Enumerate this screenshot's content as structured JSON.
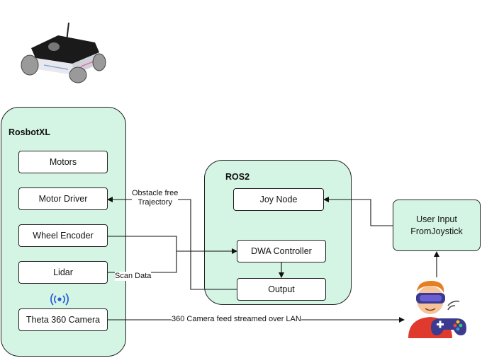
{
  "robot_group": {
    "title": "RosbotXL",
    "components": {
      "motors": "Motors",
      "motor_driver": "Motor Driver",
      "wheel_encoder": "Wheel Encoder",
      "lidar": "Lidar",
      "camera": "Theta 360 Camera"
    }
  },
  "ros_group": {
    "title": "ROS2",
    "nodes": {
      "joy_node": "Joy Node",
      "dwa_controller": "DWA Controller",
      "output": "Output"
    }
  },
  "user_input": {
    "line1": "User Input",
    "line2": "FromJoystick"
  },
  "edge_labels": {
    "obstacle_free_line1": "Obstacle free",
    "obstacle_free_line2": "Trajectory",
    "scan_data": "Scan Data",
    "camera_feed": "360 Camera feed streamed over LAN"
  },
  "icons": [
    "robot-image",
    "wireless-signal-icon",
    "vr-gamer-icon"
  ],
  "colors": {
    "group_fill": "#d4f5e4",
    "border": "#222222",
    "wifi": "#2b5fd9"
  }
}
